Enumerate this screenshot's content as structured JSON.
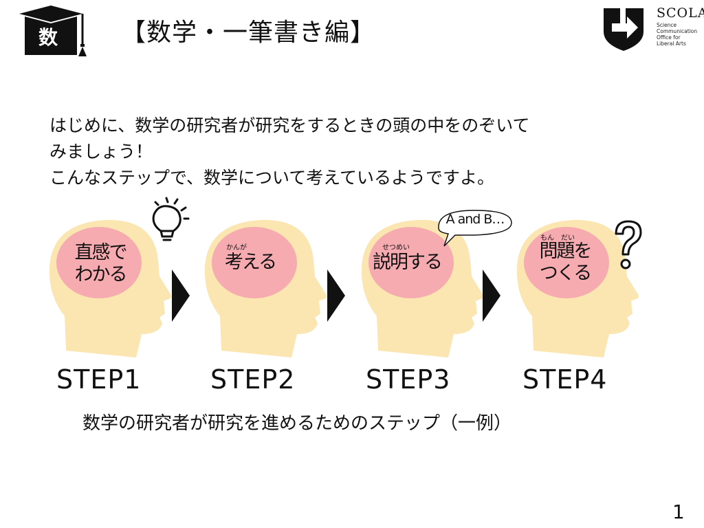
{
  "header": {
    "badge_text": "数",
    "title": "【数学・一筆書き編】"
  },
  "logo": {
    "name": "SCOLA",
    "sub_lines": [
      "Science",
      "Communication",
      "Office for",
      "Liberal Arts"
    ]
  },
  "intro": {
    "lines": [
      "はじめに、数学の研究者が研究をするときの頭の中をのぞいて",
      "みましょう！",
      "こんなステップで、数学について考えているようですよ。"
    ]
  },
  "steps": [
    {
      "ruby": "",
      "brain_lines": [
        "直感で",
        "わかる"
      ],
      "label": "STEP1",
      "icon": "lightbulb-icon"
    },
    {
      "ruby": "かんが",
      "brain_lines": [
        "考える"
      ],
      "label": "STEP2"
    },
    {
      "ruby": "せつめい",
      "brain_lines": [
        "説明する"
      ],
      "label": "STEP3",
      "speech": "A and B…"
    },
    {
      "ruby": "もん　だい",
      "brain_lines": [
        "問題を",
        "つくる"
      ],
      "label": "STEP4",
      "icon": "question-mark-icon"
    }
  ],
  "caption": "数学の研究者が研究を進めるためのステップ（一例）",
  "page_number": "1",
  "colors": {
    "skin": "#FBE5B0",
    "brain": "#F6ABB1",
    "text": "#111111"
  }
}
